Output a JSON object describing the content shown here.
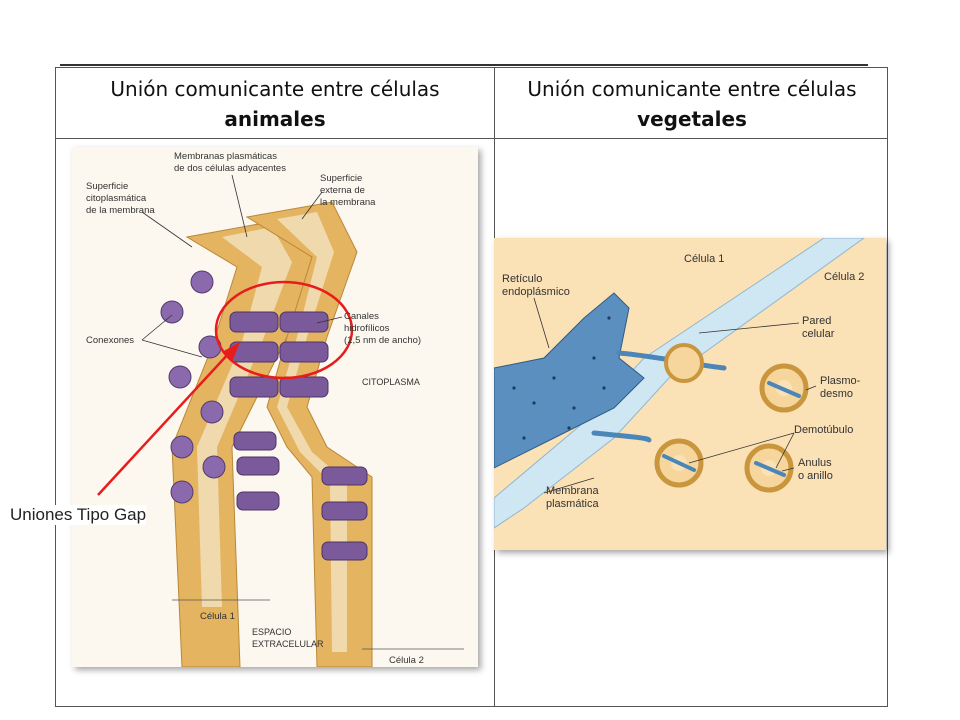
{
  "table": {
    "left_header": {
      "line1": "Unión comunicante entre células",
      "line2": "animales"
    },
    "right_header": {
      "line1": "Unión comunicante entre células",
      "line2": "vegetales"
    }
  },
  "animal_figure": {
    "labels": {
      "membranas": [
        "Membranas plasmáticas",
        "de dos células adyacentes"
      ],
      "superficie_cito": [
        "Superficie",
        "citoplasmática",
        "de la membrana"
      ],
      "superficie_ext": [
        "Superficie",
        "externa de",
        "la membrana"
      ],
      "canales": [
        "Canales",
        "hidrofílicos",
        "(1,5 nm de ancho)"
      ],
      "citoplasma": "CITOPLASMA",
      "conexones": "Conexones",
      "celula1": "Célula 1",
      "espacio": [
        "ESPACIO",
        "EXTRACELULAR"
      ],
      "celula2": "Célula 2"
    },
    "colors": {
      "membrane": "#e0b15c",
      "connexon": "#7a5a9a",
      "highlight": "#e81c1c"
    }
  },
  "plant_figure": {
    "labels": {
      "celula1": "Célula 1",
      "celula2": "Célula 2",
      "reticulo": [
        "Retículo",
        "endoplásmico"
      ],
      "pared": [
        "Pared",
        "celular"
      ],
      "plasmodesmo": [
        "Plasmo-",
        "desmo"
      ],
      "demotubulo": "Demotúbulo",
      "anulus": [
        "Anulus",
        "o anillo"
      ],
      "membrana": [
        "Membrana",
        "plasmática"
      ]
    },
    "colors": {
      "background": "#fbe1b6",
      "er": "#5b8fbf",
      "wall": "#cfe6f3"
    }
  },
  "annotation": {
    "label": "Uniones Tipo Gap"
  }
}
